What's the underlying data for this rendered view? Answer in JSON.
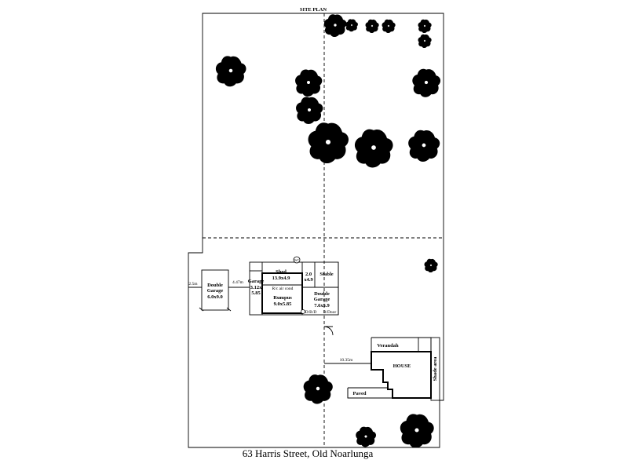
{
  "title": "SITE PLAN",
  "caption": "63 Harris Street,  Old Noarlunga",
  "labels": {
    "double_garage_left_name": "Double",
    "double_garage_left_name2": "Garage",
    "double_garage_left_size": "6.0x9.0",
    "dim_left_setback": "2.5m",
    "dim_between_garages": "4.47m",
    "garage_name": "Garage",
    "garage_size_1": "3.12x",
    "garage_size_2": "5.85",
    "shed_name": "Shed",
    "shed_size": "13.9x4.9",
    "ric_air_cond": "R/c air cond",
    "rumpus_name": "Rumpus",
    "rumpus_size": "9.0x5.85",
    "small_room_1": "2.0",
    "small_room_2": "x4.9",
    "stable": "Stable",
    "double_garage_right_name": "Double",
    "double_garage_right_name2": "Garage",
    "double_garage_right_size": "7.6x5.9",
    "door_note": "D/B/D",
    "door_note2": "B/Door",
    "wc": "WC",
    "dim_house_setback": "10.35m",
    "verandah": "Verandah",
    "house": "HOUSE",
    "shade_area": "Shade area",
    "paved": "Paved"
  }
}
